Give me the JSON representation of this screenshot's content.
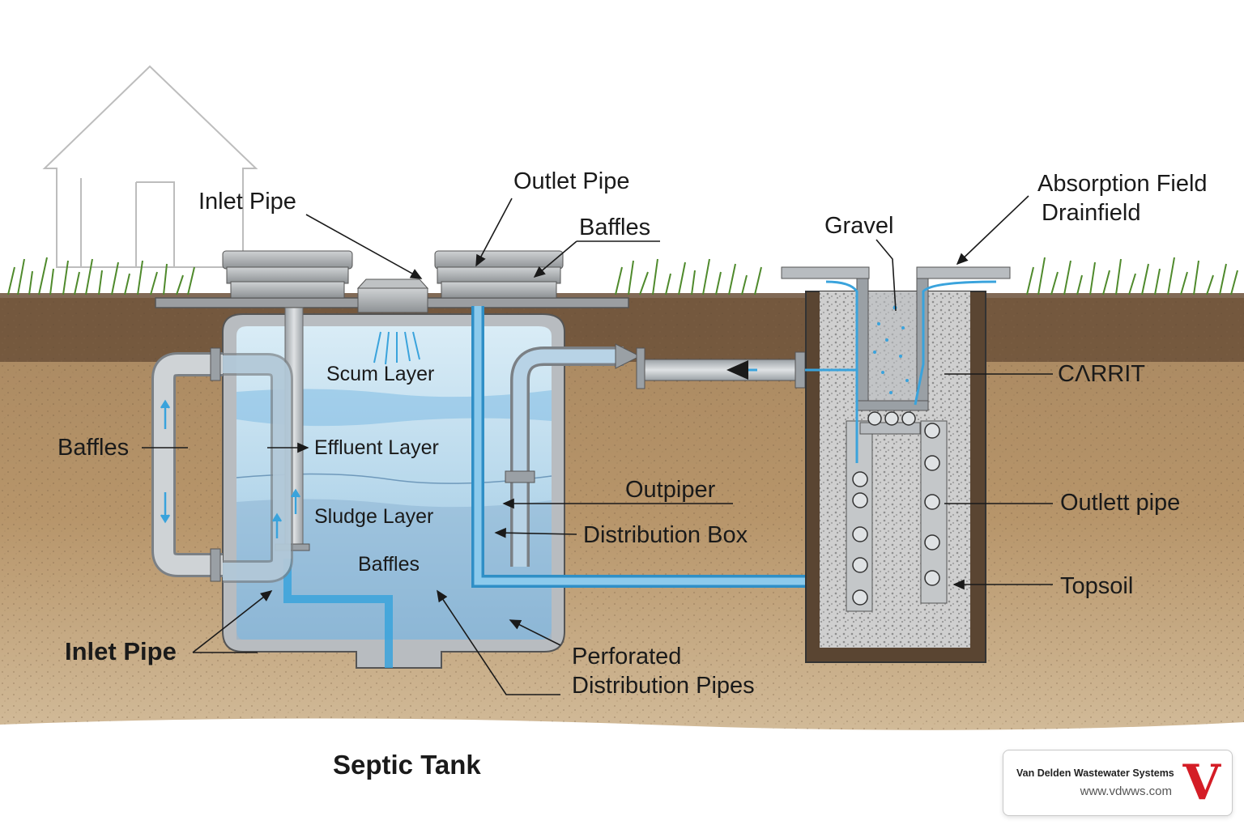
{
  "diagram": {
    "title": "Septic Tank",
    "labels": {
      "inlet_pipe_top": "Inlet Pipe",
      "outlet_pipe_top": "Outlet Pipe",
      "baffles_top": "Baffles",
      "gravel": "Gravel",
      "absorption_field": "Absorption Field",
      "drainfield": "Drainfield",
      "carrit": "CΛRRIT",
      "baffles_left": "Baffles",
      "scum_layer": "Scum Layer",
      "effluent_layer": "Effluent Layer",
      "sludge_layer": "Sludge Layer",
      "baffles_bottom": "Baffles",
      "outpiper": "Outpiper",
      "distribution_box": "Distribution Box",
      "outlet_pipe_right": "Outlett pipe",
      "topsoil": "Topsoil",
      "inlet_pipe_bottom": "Inlet Pipe",
      "perforated": "Perforated",
      "distribution_pipes": "Distribution Pipes"
    },
    "colors": {
      "soil": "#b7956a",
      "topsoil": "#6b5038",
      "water": "#a9cfe6",
      "pipe": "#b8bcc0",
      "flow": "#3aa3dc",
      "grass": "#4f8a2c"
    }
  },
  "brand": {
    "name": "Van Delden Wastewater Systems",
    "url": "www.vdwws.com",
    "mark": "V",
    "mark_color": "#d41d26"
  }
}
